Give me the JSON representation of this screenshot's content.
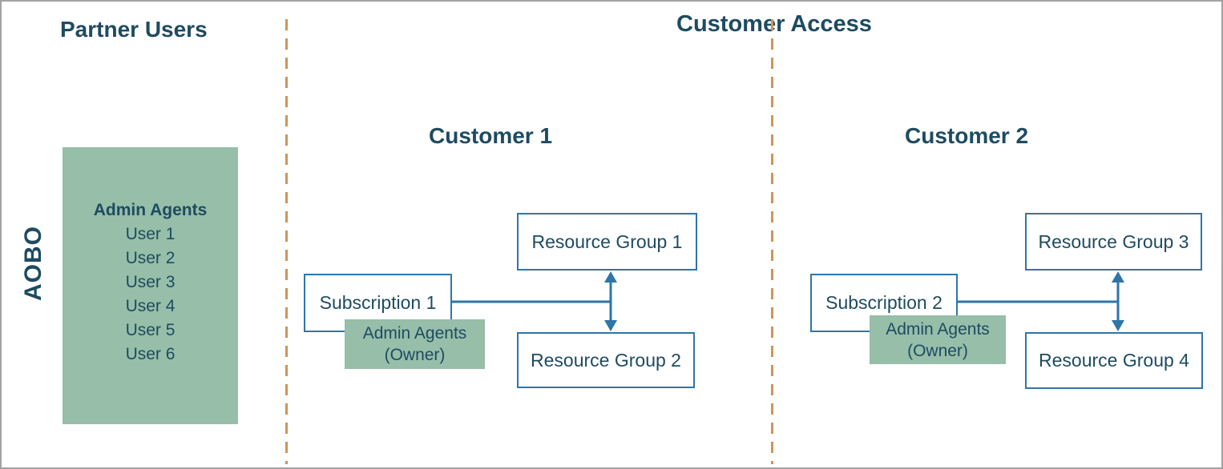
{
  "headings": {
    "partner_users": "Partner Users",
    "customer_access": "Customer Access"
  },
  "aobo_label": "AOBO",
  "partner_panel": {
    "group_title": "Admin Agents",
    "users": [
      "User 1",
      "User 2",
      "User 3",
      "User 4",
      "User 5",
      "User 6"
    ]
  },
  "customers": [
    {
      "heading": "Customer 1",
      "subscription": "Subscription 1",
      "owner_badge": [
        "Admin Agents",
        "(Owner)"
      ],
      "resource_groups": [
        "Resource Group 1",
        "Resource Group 2"
      ]
    },
    {
      "heading": "Customer 2",
      "subscription": "Subscription 2",
      "owner_badge": [
        "Admin Agents",
        "(Owner)"
      ],
      "resource_groups": [
        "Resource Group 3",
        "Resource Group 4"
      ]
    }
  ],
  "colors": {
    "navy": "#1E4B61",
    "blue": "#2E76A8",
    "green": "#96BEA9",
    "orange": "#CE9558",
    "gray": "#A3A3A3"
  }
}
